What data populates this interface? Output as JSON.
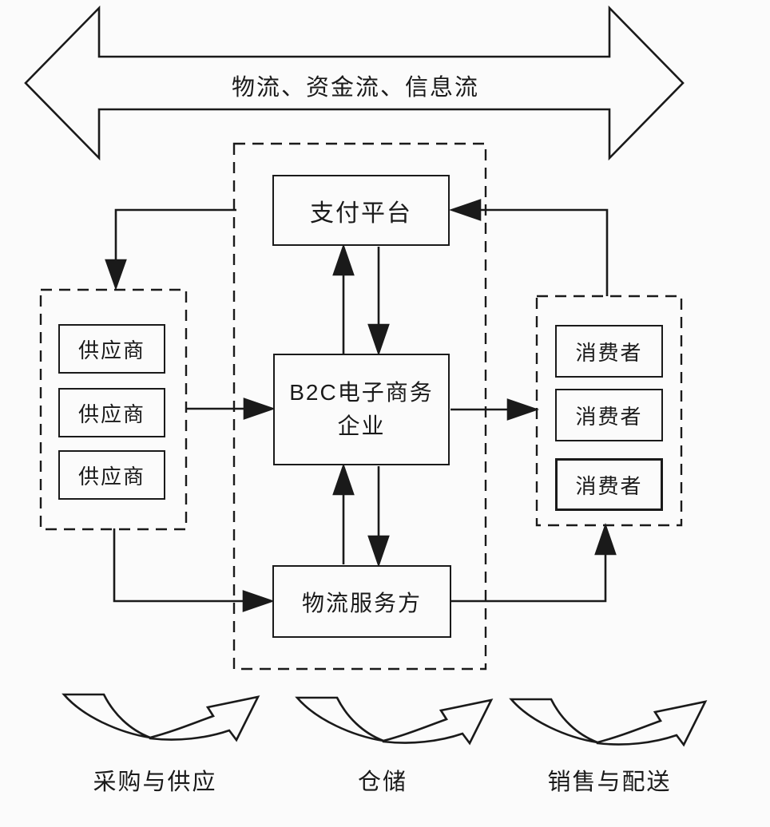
{
  "diagram": {
    "top_arrow_label": "物流、资金流、信息流",
    "payment_platform": "支付平台",
    "b2c_enterprise_line1": "B2C电子商务",
    "b2c_enterprise_line2": "企业",
    "logistics_provider": "物流服务方",
    "suppliers": [
      "供应商",
      "供应商",
      "供应商"
    ],
    "consumers": [
      "消费者",
      "消费者",
      "消费者"
    ],
    "process_labels": [
      "采购与供应",
      "仓储",
      "销售与配送"
    ],
    "colors": {
      "line": "#1a1a1a",
      "background": "#fbfbfb"
    }
  }
}
